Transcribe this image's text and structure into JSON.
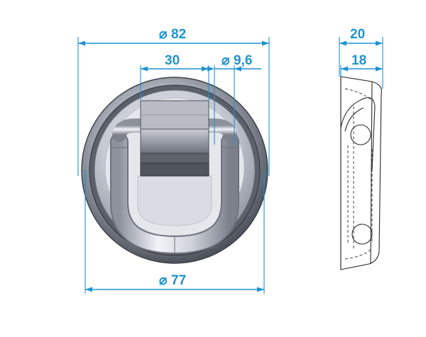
{
  "dimensions": {
    "front": {
      "outer_diameter": "82",
      "inner_diameter": "77",
      "bracket_width": "30",
      "ring_diameter": "9,6"
    },
    "side": {
      "total_depth": "20",
      "body_depth": "18"
    }
  },
  "symbols": {
    "diameter": "⌀"
  },
  "colors": {
    "dimension": "#1f93d1",
    "outline": "#2a2a2a",
    "metal_dark": "#5a5f6a",
    "metal_light": "#e6e9ef"
  }
}
